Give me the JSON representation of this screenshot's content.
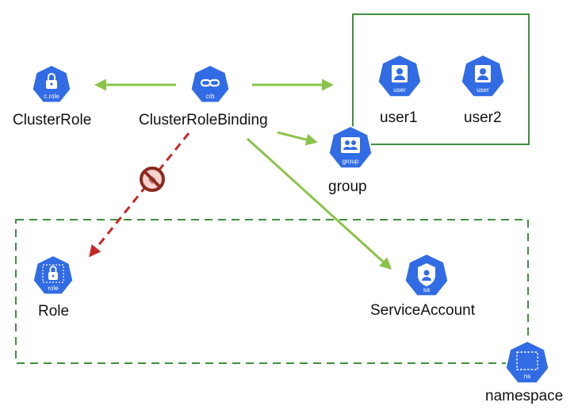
{
  "colors": {
    "k8s_blue": "#326CE5",
    "arrow_green": "#8BC34A",
    "box_green": "#3F8F3F",
    "deny_red": "#C62828"
  },
  "nodes": {
    "clusterrole": {
      "icon_text": "c.role",
      "label": "ClusterRole",
      "icon": "lock-icon"
    },
    "crb": {
      "icon_text": "crb",
      "label": "ClusterRoleBinding",
      "icon": "link-icon"
    },
    "user1": {
      "icon_text": "user",
      "label": "user1",
      "icon": "user-icon"
    },
    "user2": {
      "icon_text": "user",
      "label": "user2",
      "icon": "user-icon"
    },
    "group": {
      "icon_text": "group",
      "label": "group",
      "icon": "group-icon"
    },
    "role": {
      "icon_text": "role",
      "label": "Role",
      "icon": "lock-icon"
    },
    "sa": {
      "icon_text": "sa",
      "label": "ServiceAccount",
      "icon": "service-account-icon"
    },
    "ns": {
      "icon_text": "ns",
      "label": "namespace",
      "icon": "namespace-icon"
    }
  },
  "deny_icon": "prohibited-icon"
}
